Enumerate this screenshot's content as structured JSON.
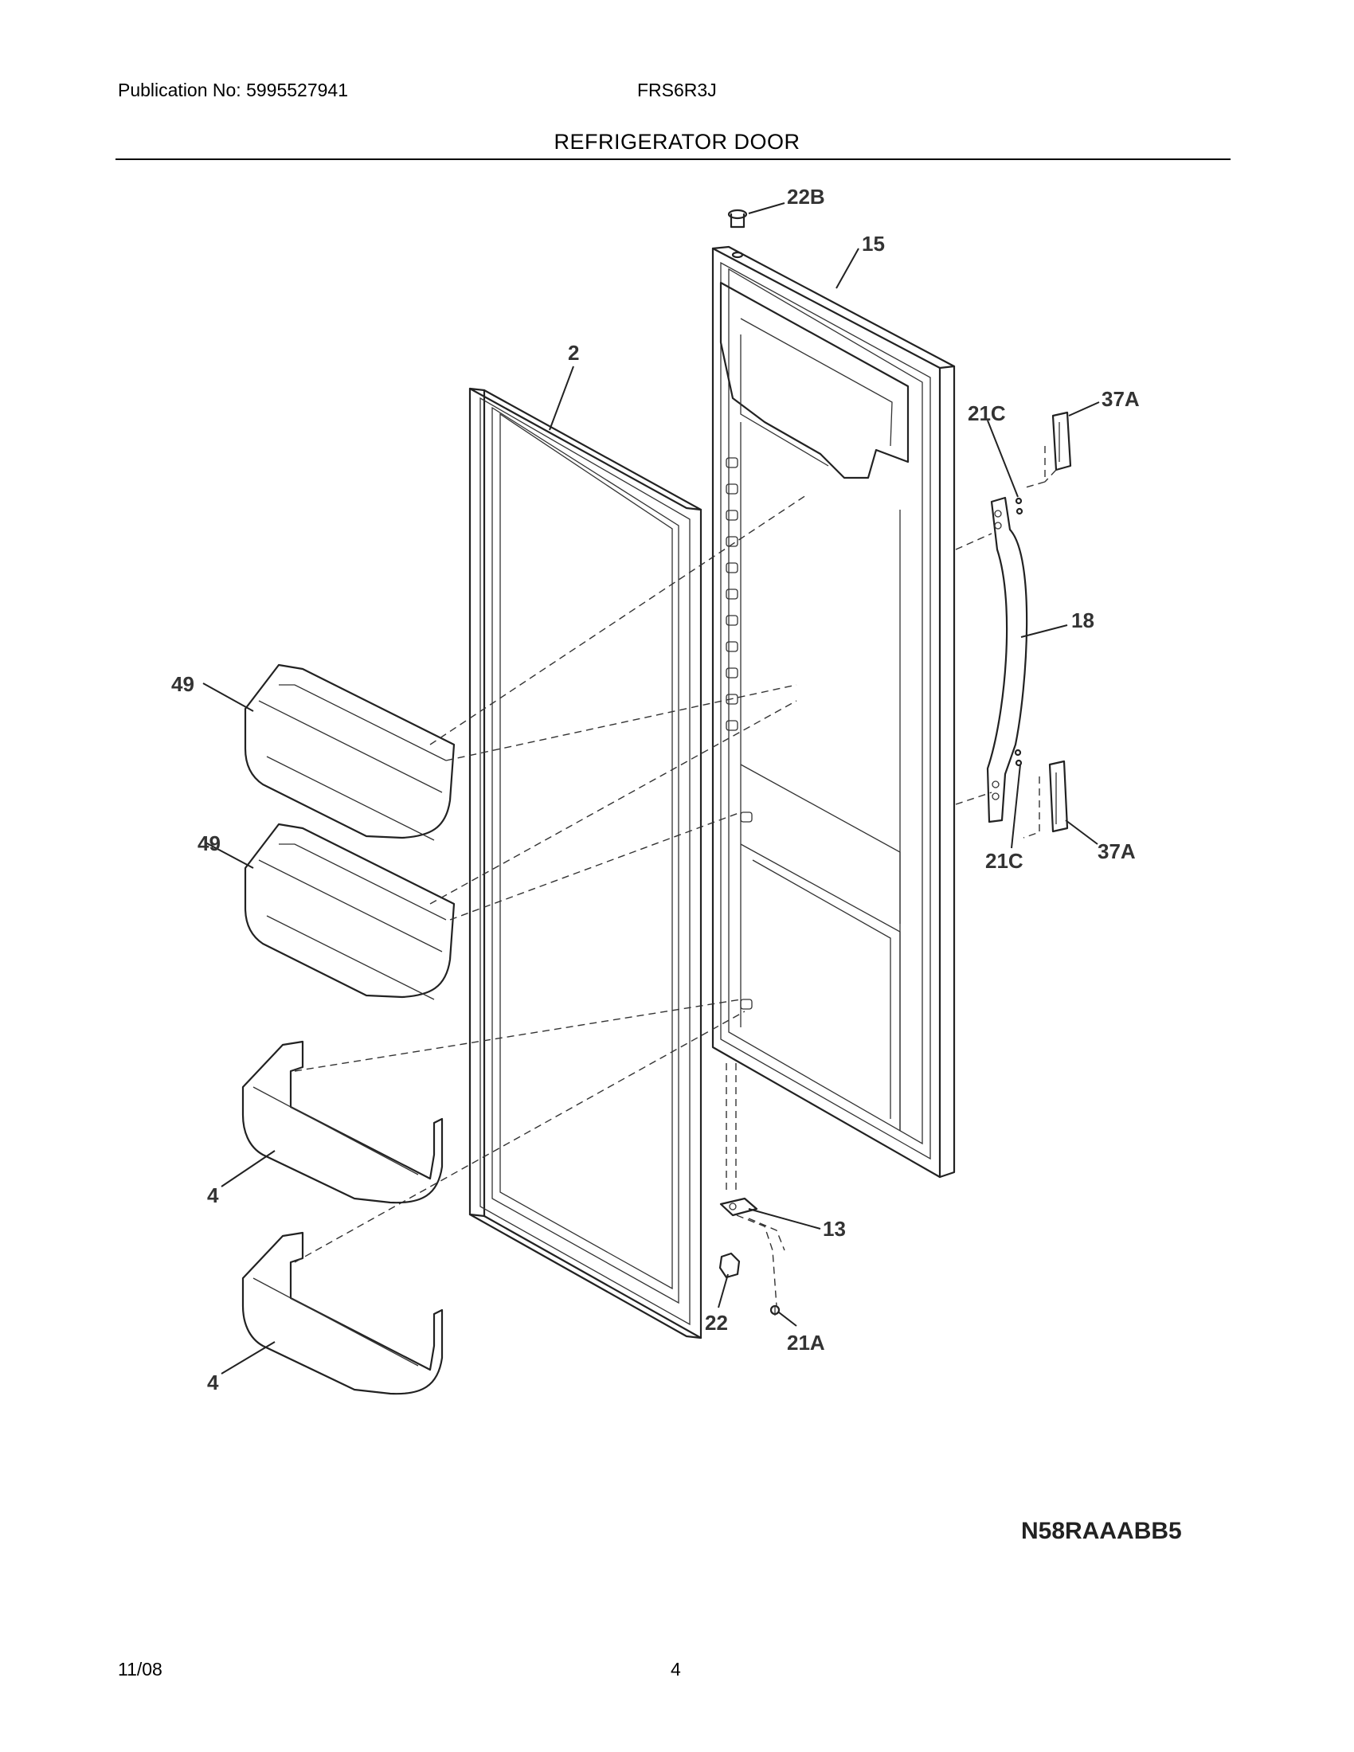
{
  "header": {
    "publication": "Publication No: 5995527941",
    "model": "FRS6R3J",
    "title": "REFRIGERATOR DOOR"
  },
  "diagram": {
    "callouts": {
      "c22b": "22B",
      "c15": "15",
      "c2": "2",
      "c21c_top": "21C",
      "c37a_top": "37A",
      "c18": "18",
      "c49_top": "49",
      "c49_bottom": "49",
      "c21c_bottom": "21C",
      "c37a_bottom": "37A",
      "c4_top": "4",
      "c4_bottom": "4",
      "c13": "13",
      "c22": "22",
      "c21a": "21A"
    },
    "code": "N58RAAABB5"
  },
  "footer": {
    "date": "11/08",
    "page": "4"
  }
}
